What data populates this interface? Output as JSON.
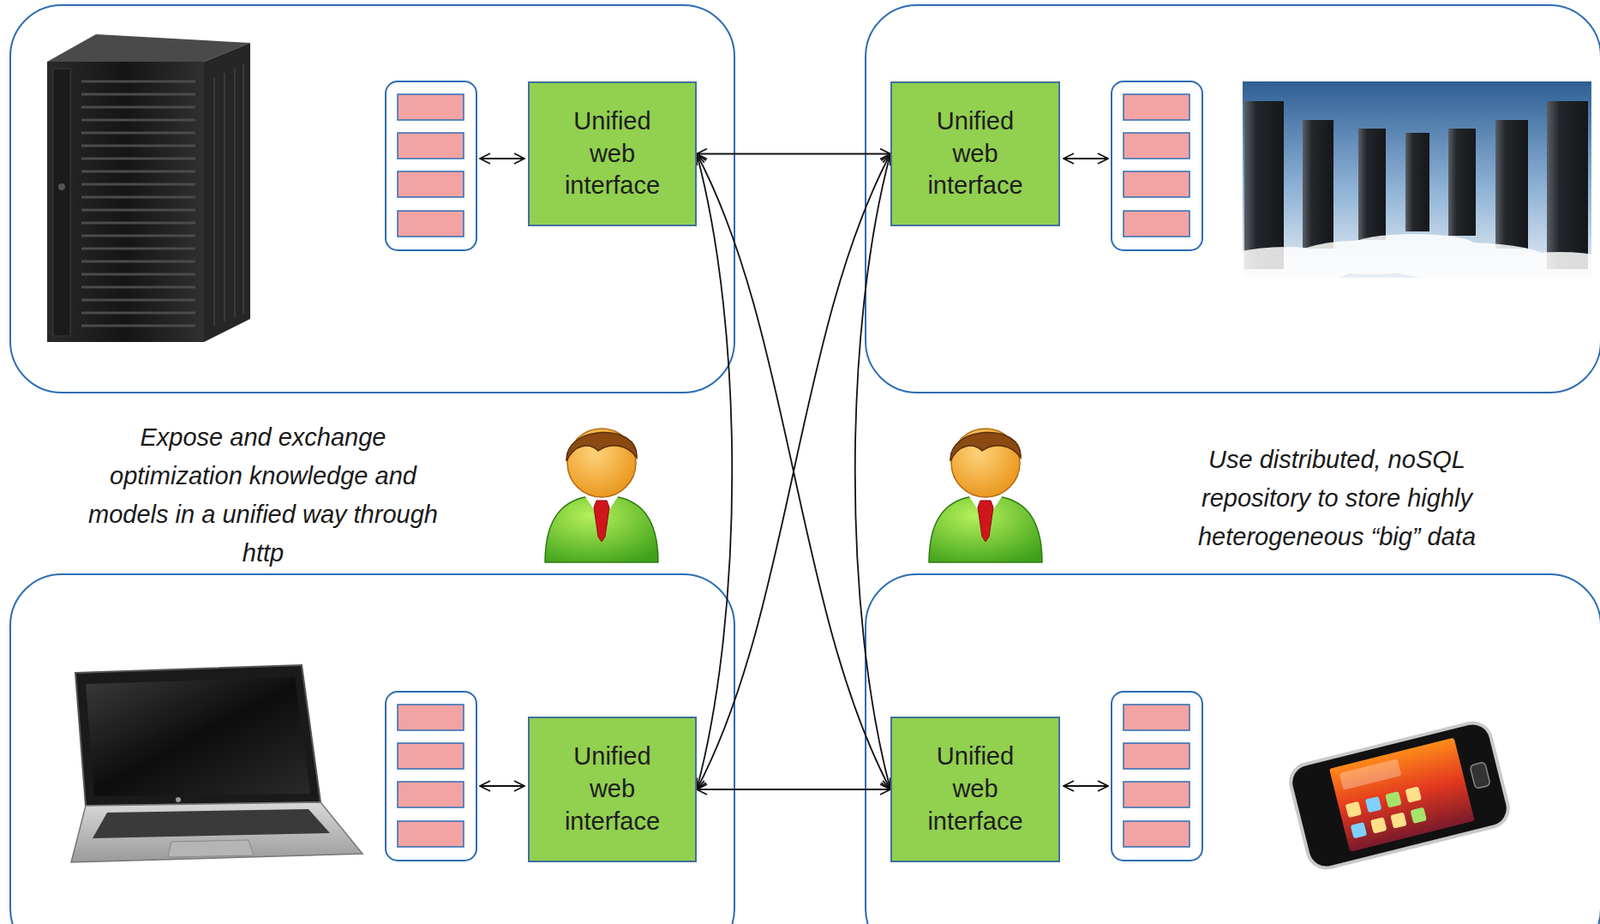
{
  "diagram": {
    "nodes": [
      {
        "text": [
          "Unified web interface"
        ]
      },
      {
        "text": [
          "Unified web interface"
        ]
      },
      {
        "text": [
          "Unified web interface"
        ]
      },
      {
        "text": [
          "Unified web interface"
        ]
      }
    ],
    "edges": [
      {
        "from": 0,
        "to": 1,
        "arrow": "both"
      },
      {
        "from": 0,
        "to": 2,
        "arrow": "both"
      },
      {
        "from": 0,
        "to": 3,
        "arrow": "both"
      },
      {
        "from": 1,
        "to": 2,
        "arrow": "both"
      },
      {
        "from": 1,
        "to": 3,
        "arrow": "both"
      },
      {
        "from": 2,
        "to": 3,
        "arrow": "both"
      }
    ],
    "labels": [
      "Expose and exchange optimization knowledge and models in a unified way through http",
      "Use distributed, noSQL repository to store highly heterogeneous “big” data"
    ]
  }
}
